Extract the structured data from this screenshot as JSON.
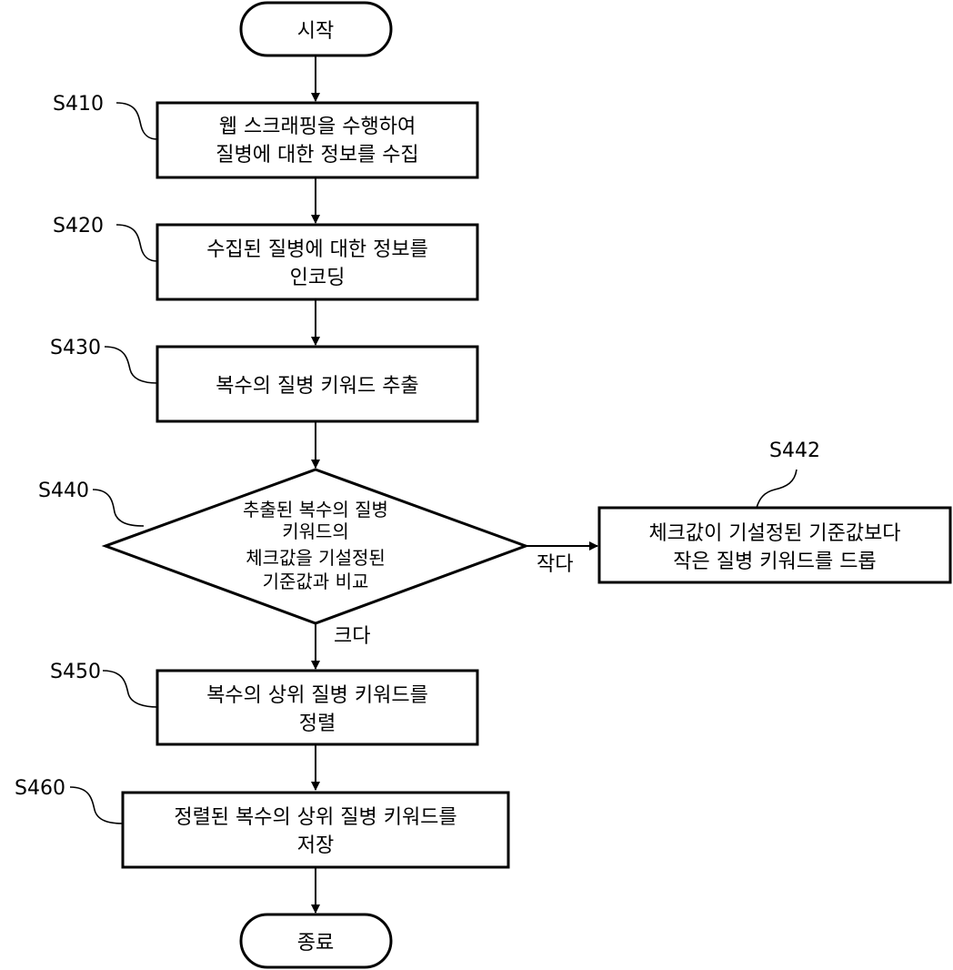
{
  "diagram": {
    "type": "flowchart",
    "start": {
      "label": "시작"
    },
    "end": {
      "label": "종료"
    },
    "steps": {
      "s410": {
        "id": "S410",
        "lines": [
          "웹 스크래핑을 수행하여",
          "질병에 대한 정보를 수집"
        ]
      },
      "s420": {
        "id": "S420",
        "lines": [
          "수집된 질병에 대한 정보를",
          "인코딩"
        ]
      },
      "s430": {
        "id": "S430",
        "lines": [
          "복수의 질병 키워드 추출"
        ]
      },
      "s440": {
        "id": "S440",
        "lines": [
          "추출된 복수의 질병",
          "키워드의",
          "체크값을 기설정된",
          "기준값과 비교"
        ]
      },
      "s442": {
        "id": "S442",
        "lines": [
          "체크값이 기설정된 기준값보다",
          "작은 질병 키워드를 드롭"
        ]
      },
      "s450": {
        "id": "S450",
        "lines": [
          "복수의 상위 질병 키워드를",
          "정렬"
        ]
      },
      "s460": {
        "id": "S460",
        "lines": [
          "정렬된 복수의 상위 질병 키워드를",
          "저장"
        ]
      }
    },
    "branches": {
      "smaller": "작다",
      "larger": "크다"
    },
    "edges": [
      {
        "from": "start",
        "to": "s410"
      },
      {
        "from": "s410",
        "to": "s420"
      },
      {
        "from": "s420",
        "to": "s430"
      },
      {
        "from": "s430",
        "to": "s440"
      },
      {
        "from": "s440",
        "to": "s442",
        "label": "작다"
      },
      {
        "from": "s440",
        "to": "s450",
        "label": "크다"
      },
      {
        "from": "s450",
        "to": "s460"
      },
      {
        "from": "s460",
        "to": "end"
      }
    ]
  }
}
